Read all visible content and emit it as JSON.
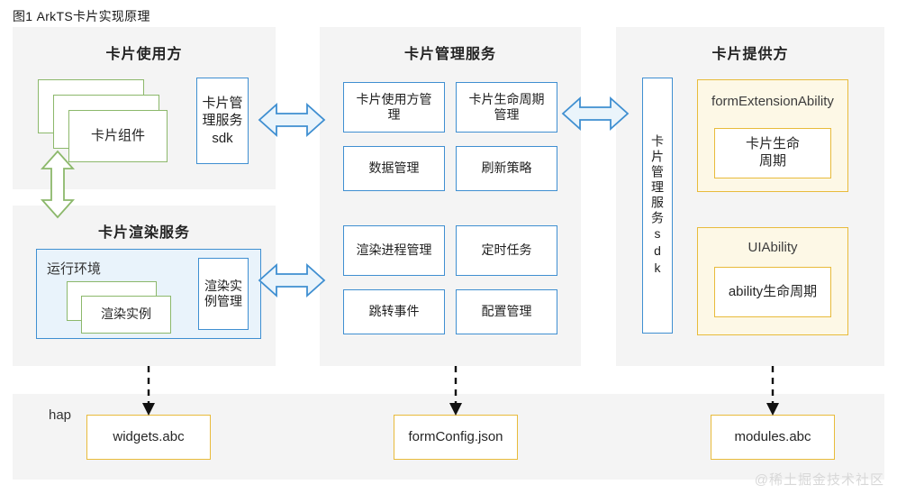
{
  "figure": {
    "title": "图1 ArkTS卡片实现原理",
    "watermark": "@稀土掘金技术社区"
  },
  "colors": {
    "panel_bg": "#f4f4f4",
    "blue_border": "#3f8fd1",
    "green_border": "#8cb86b",
    "yellow_border": "#e8bb3b",
    "yellow_fill": "#fdf8e6",
    "runtime_fill": "#e9f3fb",
    "arrow_blue_fill": "#eaf4fb",
    "arrow_black": "#111111"
  },
  "consumer_panel": {
    "title": "卡片使用方",
    "card_component": "卡片组件",
    "sdk_box": "卡片管理服务sdk"
  },
  "render_panel": {
    "title": "卡片渲染服务",
    "runtime_label": "运行环境",
    "render_instance": "渲染实例",
    "render_instance_manager": "渲染实例管理"
  },
  "manage_panel": {
    "title": "卡片管理服务",
    "boxes": [
      "卡片使用方管理",
      "卡片生命周期管理",
      "数据管理",
      "刷新策略",
      "渲染进程管理",
      "定时任务",
      "跳转事件",
      "配置管理"
    ]
  },
  "provider_panel": {
    "title": "卡片提供方",
    "sdk_vertical": "卡片管理服务sdk",
    "form_extension_ability": "formExtensionAbility",
    "form_lifecycle": "卡片生命周期",
    "ui_ability": "UIAbility",
    "ability_lifecycle": "ability生命周期"
  },
  "hap_panel": {
    "label": "hap",
    "artifacts": [
      "widgets.abc",
      "formConfig.json",
      "modules.abc"
    ]
  }
}
